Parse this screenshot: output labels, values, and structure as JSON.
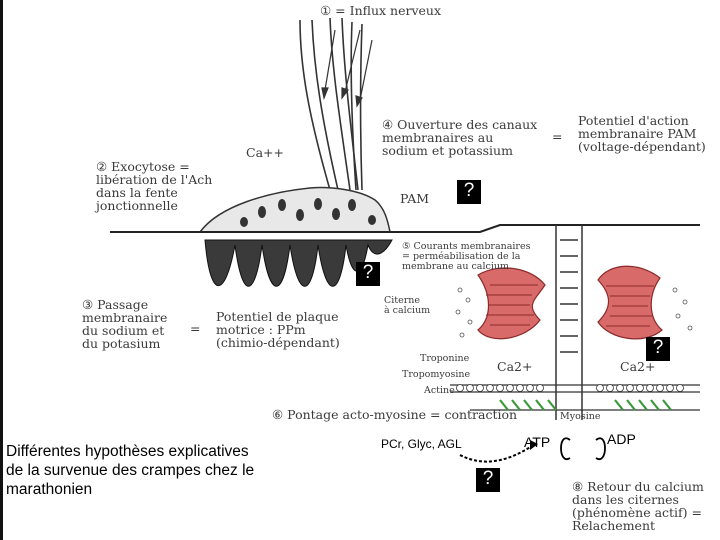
{
  "labels": {
    "influx": "① = Influx nerveux",
    "ca": "Ca++",
    "exocytose": "② Exocytose =\nlibération de l'Ach\ndans la fente\njonctionnelle",
    "ouverture": "④ Ouverture des canaux\nmembranaires au\nsodium et potassium",
    "equals1": "=",
    "potentiel_action": "Potentiel d'action\nmembranaire PAM\n(voltage-dépendant)",
    "pam": "PAM",
    "courants": "⑤ Courants membranaires\n= perméabilisation de la\nmembrane au calcium",
    "passage": "③ Passage\nmembranaire\ndu sodium et\ndu potasium",
    "equals2": "=",
    "potentiel_plaque": "Potentiel de plaque\nmotrice : PPm\n(chimio-dépendant)",
    "citerne": "Citerne\nà calcium",
    "troponine": "Troponine",
    "tropomyosine": "Tropomyosine",
    "actine": "Actine",
    "ca2_left": "Ca2+",
    "ca2_right": "Ca2+",
    "myosine": "Myosine",
    "pontage": "⑥ Pontage acto-myosine = contraction",
    "retour": "⑧ Retour du calcium\ndans les citernes\n(phénomène actif) =\nRelachement"
  },
  "overlays": {
    "q1": "?",
    "q2": "?",
    "q3": "?",
    "q4": "?",
    "pcr": "PCr, Glyc, AGL",
    "atp": "ATP",
    "adp": "ADP"
  },
  "caption": "Différentes hypothèses explicatives\nde la survenue des crampes chez le\nmarathonien"
}
